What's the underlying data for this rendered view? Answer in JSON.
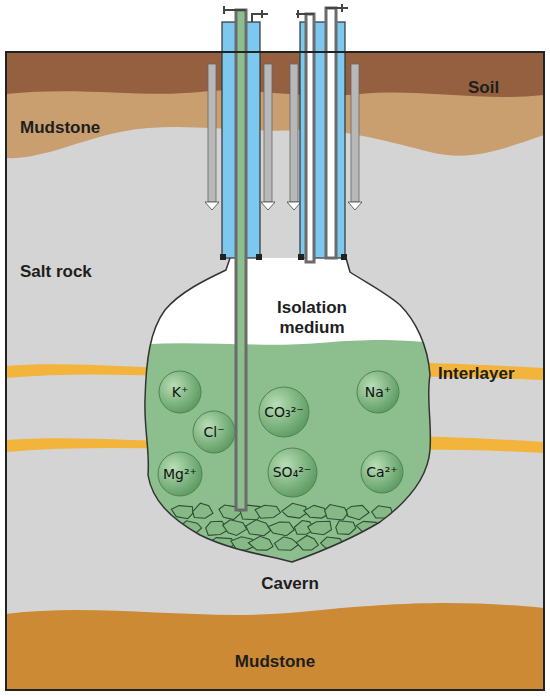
{
  "diagram": {
    "nodes": [
      {
        "text": [
          "K⁺"
        ]
      },
      {
        "text": [
          "CO₃²⁻"
        ]
      },
      {
        "text": [
          "Na⁺"
        ]
      },
      {
        "text": [
          "Cl⁻"
        ]
      },
      {
        "text": [
          "Mg²⁺"
        ]
      },
      {
        "text": [
          "SO₄²⁻"
        ]
      },
      {
        "text": [
          "Ca²⁺"
        ]
      }
    ],
    "labels": [
      "Soil",
      "Mudstone",
      "Salt rock",
      "Isolation medium",
      "Interlayer",
      "Cavern",
      "Mudstone"
    ]
  }
}
